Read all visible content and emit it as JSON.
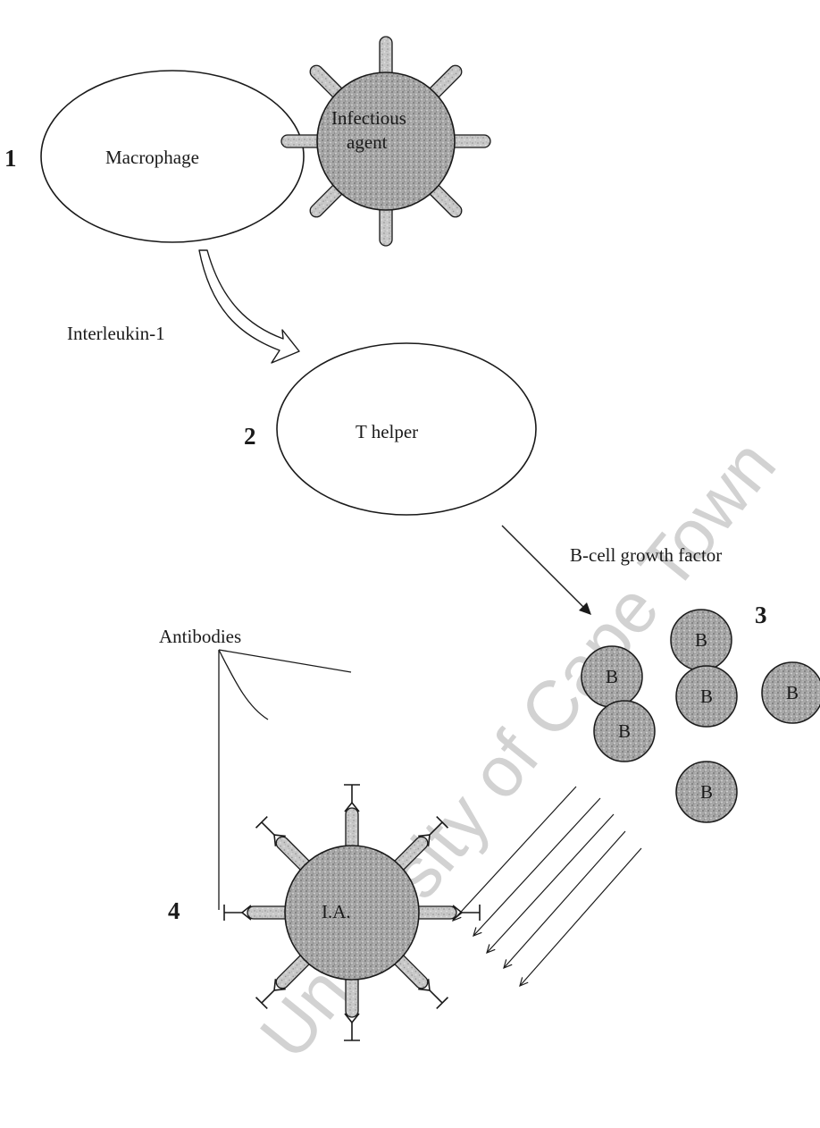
{
  "labels": {
    "macrophage": "Macrophage",
    "infectious_agent_line1": "Infectious",
    "infectious_agent_line2": "agent",
    "interleukin": "Interleukin-1",
    "t_helper": "T helper",
    "b_growth_factor": "B-cell growth factor",
    "b_cell": "B",
    "antibodies": "Antibodies",
    "ia": "I.A."
  },
  "steps": [
    "1",
    "2",
    "3",
    "4"
  ],
  "watermark": "University of Cape Town",
  "colors": {
    "ink": "#1a1a1a",
    "stipple": "#9a9a9a",
    "stipple_light": "#bdbdbd",
    "watermark": "#d2d2d2"
  }
}
